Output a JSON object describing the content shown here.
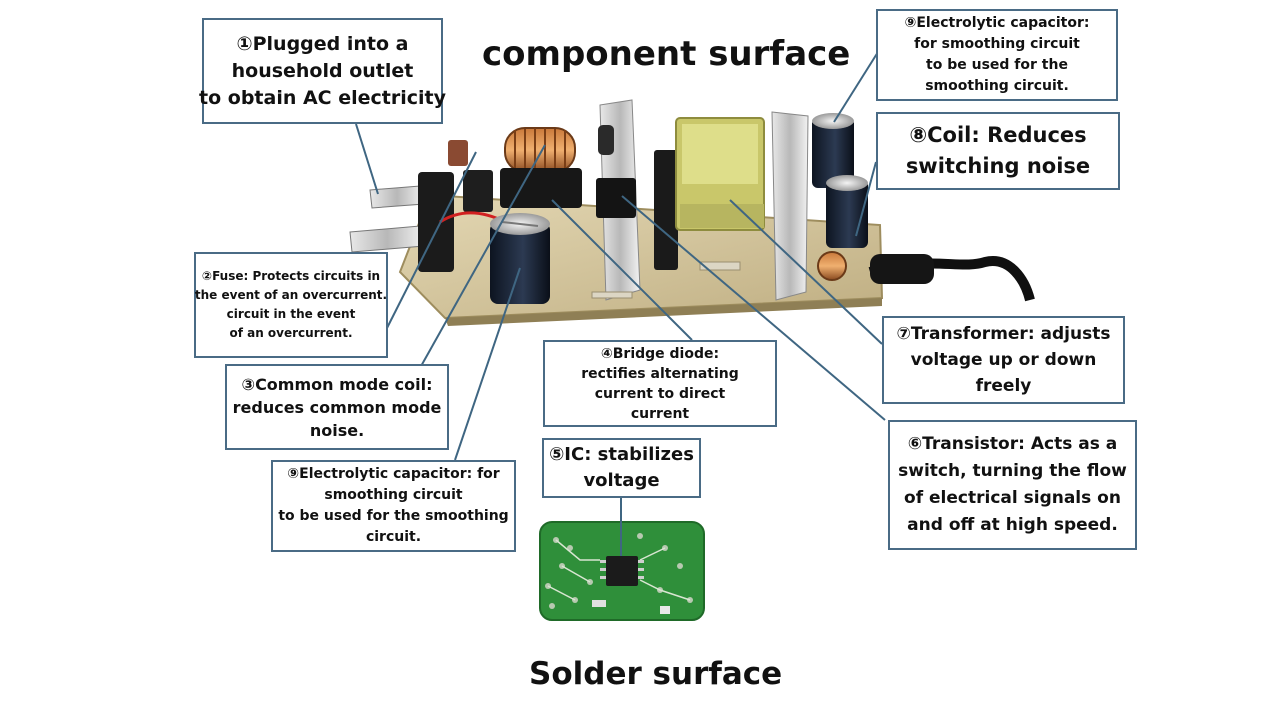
{
  "headings": {
    "component_surface": "component surface",
    "solder_surface": "Solder surface"
  },
  "callouts": {
    "plug": {
      "lines": [
        "①Plugged into a",
        "household outlet",
        "to obtain AC electricity"
      ]
    },
    "fuse": {
      "lines": [
        "②Fuse: Protects circuits in",
        "the event of an overcurrent.",
        "circuit in the event",
        "of an overcurrent."
      ]
    },
    "common_mode_coil": {
      "lines": [
        "③Common mode coil:",
        "reduces common mode",
        "noise."
      ]
    },
    "bridge_diode": {
      "lines": [
        "④Bridge diode:",
        "rectifies alternating",
        "current to direct",
        "current"
      ]
    },
    "ic": {
      "lines": [
        "⑤IC: stabilizes",
        "voltage"
      ]
    },
    "transistor": {
      "lines": [
        "⑥Transistor: Acts as a",
        "switch, turning the flow",
        "of electrical signals on",
        "and off at high speed."
      ]
    },
    "transformer": {
      "lines": [
        "⑦Transformer: adjusts",
        "voltage up or down",
        "freely"
      ]
    },
    "coil": {
      "lines": [
        "⑧Coil: Reduces",
        "switching noise"
      ]
    },
    "cap_top": {
      "lines": [
        "⑨Electrolytic capacitor:",
        "for smoothing circuit",
        "to be used for the",
        "smoothing circuit."
      ]
    },
    "cap_bottom": {
      "lines": [
        "⑨Electrolytic capacitor: for",
        "smoothing circuit",
        "to be used for the smoothing",
        "circuit."
      ]
    }
  },
  "colors": {
    "callout_border": "#4a6b85",
    "leader_line": "#3f6682",
    "pcb_component": "#cfc19a",
    "pcb_solder": "#2f8f3a"
  },
  "icons": {
    "board_photo": "power-supply-board-illustration",
    "solder_photo": "solder-side-closeup-illustration"
  }
}
